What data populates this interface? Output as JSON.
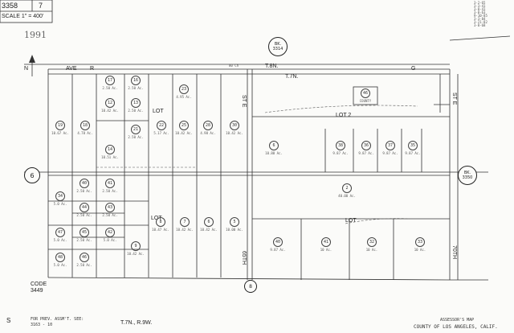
{
  "header": {
    "map_book": "3358",
    "page": "7",
    "scale": "SCALE 1\" = 400'",
    "year": "1991"
  },
  "north_arrow": "N",
  "book_refs": {
    "top": [
      "BK.",
      "3314"
    ],
    "right": [
      "BK.",
      "3350"
    ]
  },
  "streets": {
    "ave": "AVE",
    "ave_letter": "R",
    "ave_letter_right": "G",
    "width_label": "80 Ch",
    "st_e": "ST E",
    "st_e_right": "ST E",
    "st_65th": "65TH",
    "st_70th": "70TH"
  },
  "townships": {
    "t8n": "T.8N.",
    "t7n": "T.7N.",
    "bottom": "T.7N., R.9W."
  },
  "section_markers": {
    "left": "6",
    "bottom": "8"
  },
  "lot_labels": [
    "LOT",
    "LOT 2",
    "LOT",
    "LOT"
  ],
  "code": {
    "label": "CODE",
    "value": "3449"
  },
  "footer": {
    "symbol": "S",
    "prev_note": "FOR PREV. ASSM'T. SEE:",
    "prev_ref": "3163 - 10",
    "assessor": "ASSESSOR'S MAP",
    "county": "COUNTY OF LOS ANGELES, CALIF."
  },
  "top_right_refs": [
    "3-2-65",
    "3-3-41",
    "3-8-41",
    "3-8-63",
    "9-10-85",
    "3-3-84",
    "3-21-82",
    "3-8-68"
  ],
  "parcels_west": [
    {
      "n": "19",
      "ac": "10.67 Ac."
    },
    {
      "n": "18",
      "ac": "4.78 Ac."
    },
    {
      "n": "17",
      "ac": "2.50 Ac."
    },
    {
      "n": "16",
      "ac": "2.50 Ac."
    },
    {
      "n": "12",
      "ac": "10.42 Ac."
    },
    {
      "n": "13",
      "ac": "2.50 Ac."
    },
    {
      "n": "14",
      "ac": "10.51 Ac."
    },
    {
      "n": "21",
      "ac": "2.50 Ac."
    },
    {
      "n": "22",
      "ac": "5.17 Ac."
    },
    {
      "n": "23",
      "ac": "4.95 Ac."
    },
    {
      "n": "25",
      "ac": "10.42 Ac."
    },
    {
      "n": "28",
      "ac": "4.98 Ac."
    },
    {
      "n": "30",
      "ac": "10.42 Ac."
    }
  ],
  "parcels_south_west": [
    {
      "n": "34",
      "ac": "5.0 Ac."
    },
    {
      "n": "40",
      "ac": "2.50 Ac."
    },
    {
      "n": "41",
      "ac": "2.50 Ac."
    },
    {
      "n": "44",
      "ac": "2.50 Ac."
    },
    {
      "n": "47",
      "ac": "5.0 Ac."
    },
    {
      "n": "43",
      "ac": "2.50 Ac."
    },
    {
      "n": "45",
      "ac": "2.50 Ac."
    },
    {
      "n": "42",
      "ac": "5.0 Ac."
    },
    {
      "n": "48",
      "ac": "5.0 Ac."
    },
    {
      "n": "46",
      "ac": "2.50 Ac."
    },
    {
      "n": "9",
      "ac": "10.42 Ac."
    },
    {
      "n": "8",
      "ac": "10.47 Ac."
    },
    {
      "n": "7",
      "ac": "10.42 Ac."
    },
    {
      "n": "6",
      "ac": "10.42 Ac."
    },
    {
      "n": "5",
      "ac": "10.00 Ac."
    }
  ],
  "parcels_east": [
    {
      "n": "6",
      "ac": "10.88 Ac."
    },
    {
      "n": "38",
      "ac": "9.87 Ac."
    },
    {
      "n": "36",
      "ac": "9.87 Ac."
    },
    {
      "n": "37",
      "ac": "9.87 Ac."
    },
    {
      "n": "35",
      "ac": "9.87 Ac."
    },
    {
      "n": "2",
      "ac": "40.00 Ac."
    },
    {
      "n": "40",
      "ac": "9.87 Ac."
    },
    {
      "n": "41",
      "ac": "10 Ac."
    },
    {
      "n": "32",
      "ac": "10 Ac."
    },
    {
      "n": "33",
      "ac": "10 Ac."
    },
    {
      "n": "46",
      "ac": "COUNTY"
    }
  ]
}
